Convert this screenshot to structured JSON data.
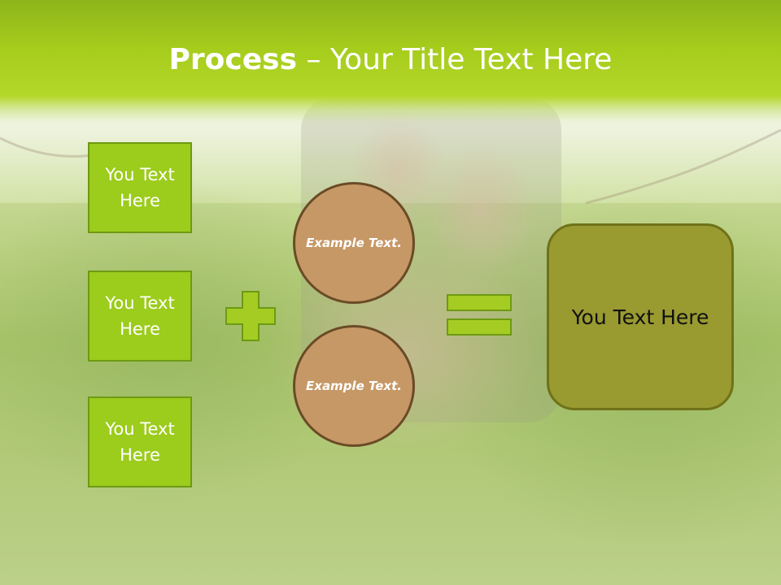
{
  "title": {
    "bold": "Process",
    "rest": " – Your Title Text Here"
  },
  "boxes": [
    "You Text Here",
    "You Text Here",
    "You Text Here"
  ],
  "circles": [
    "Example Text.",
    "Example Text."
  ],
  "result": "You Text Here",
  "colors": {
    "header": "#a6cc1c",
    "box_fill": "#9ccc1c",
    "box_border": "#6e9a12",
    "circle_fill": "#c69866",
    "circle_border": "#6a4b26",
    "result_fill": "#999a30",
    "operator_fill": "#a4cc22"
  },
  "icons": {
    "operator_1": "plus-icon",
    "operator_2": "equals-icon"
  }
}
